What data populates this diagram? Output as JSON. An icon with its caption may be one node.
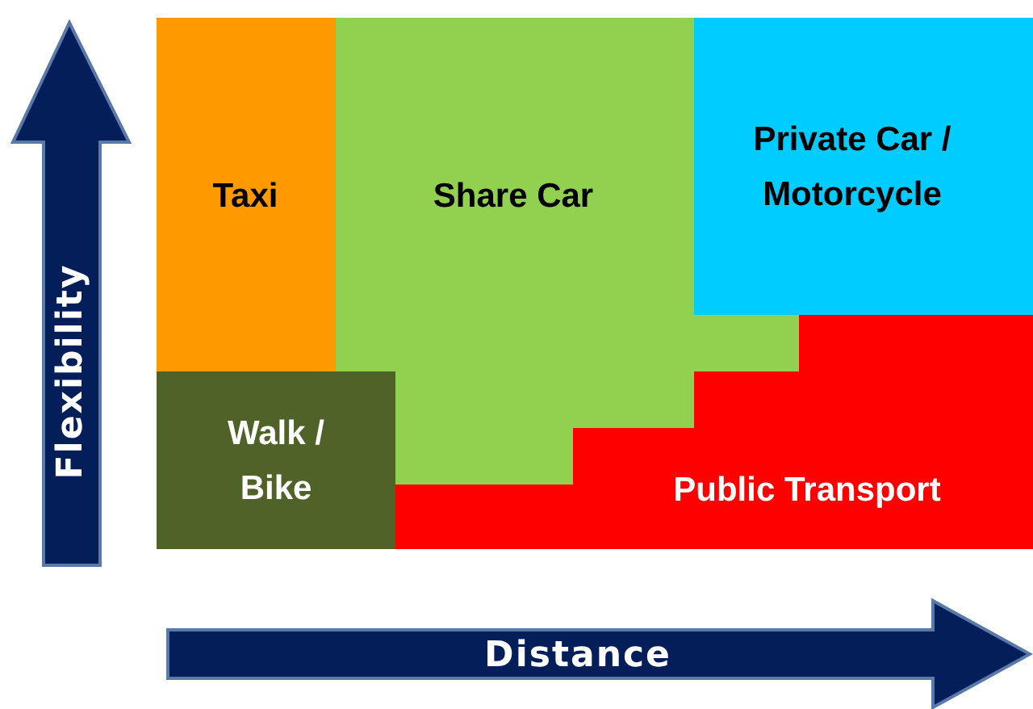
{
  "diagram": {
    "nodes": [
      {
        "text": [
          "Taxi"
        ]
      },
      {
        "text": [
          "Share Car"
        ]
      },
      {
        "text": [
          "Private Car / Motorcycle"
        ]
      },
      {
        "text": [
          "Walk / Bike"
        ]
      },
      {
        "text": [
          "Public Transport"
        ]
      }
    ],
    "labels": [
      "Flexibility",
      "Distance"
    ]
  }
}
